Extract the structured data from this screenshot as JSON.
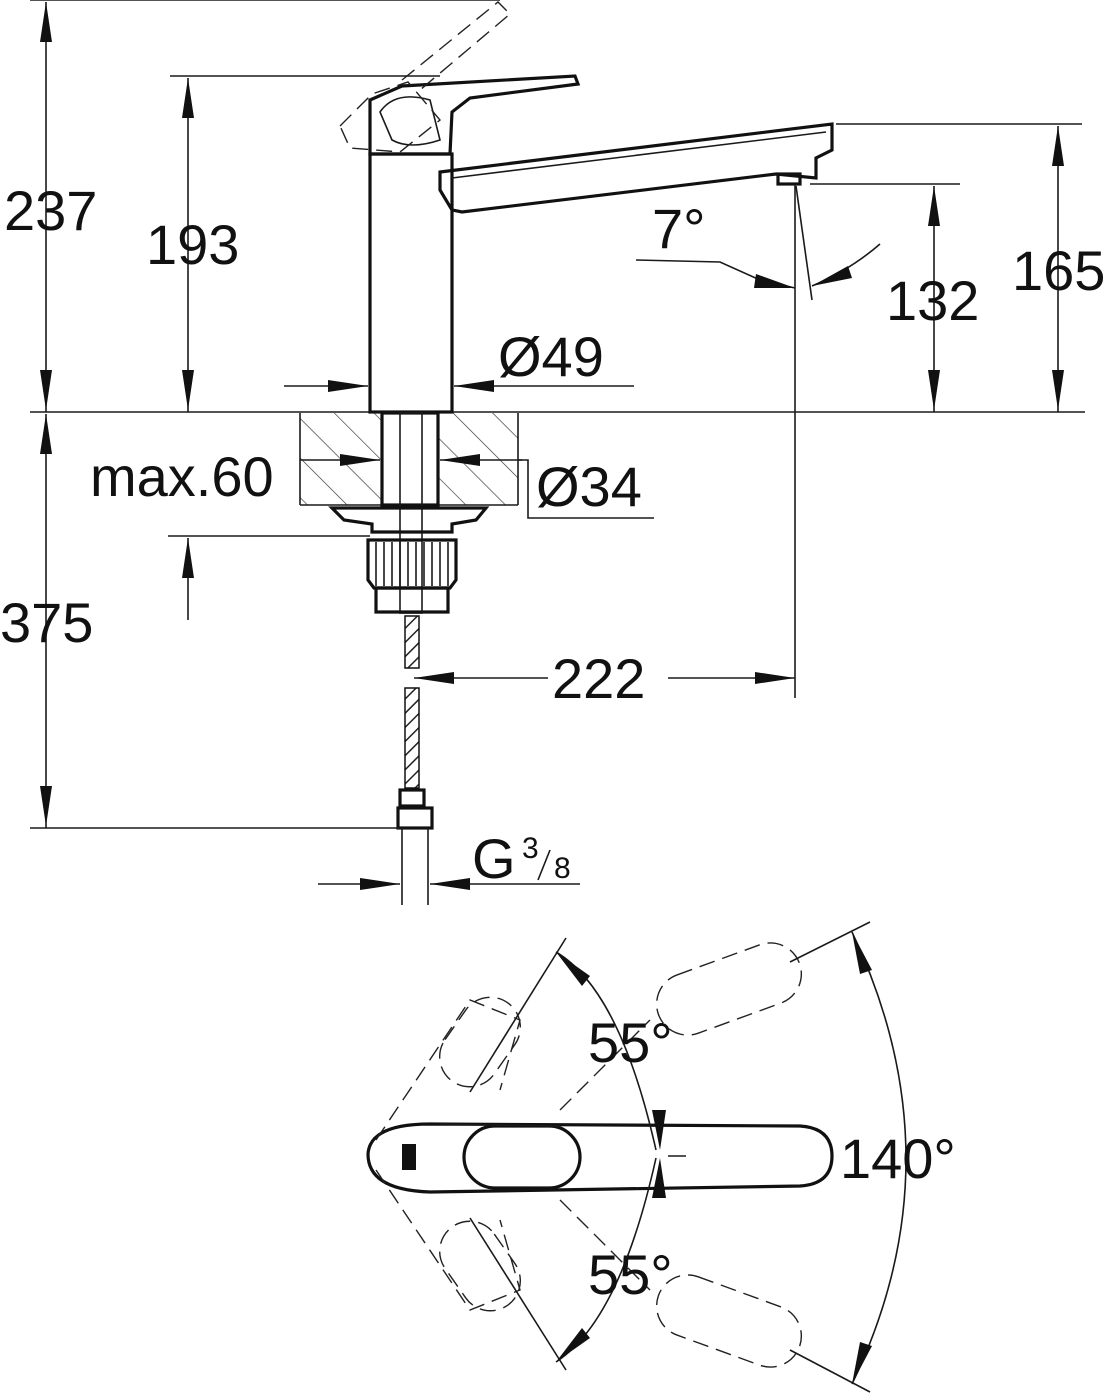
{
  "side_view": {
    "dimensions": {
      "total_height": "237",
      "lever_height": "193",
      "spout_height": "165",
      "outlet_height": "132",
      "spout_angle": "7°",
      "body_diameter": "Ø49",
      "max_deck_thickness": "max.60",
      "hole_diameter": "Ø34",
      "under_deck_length": "375",
      "spout_reach": "222",
      "connection_thread": "G",
      "thread_num": "3",
      "thread_den": "8"
    }
  },
  "top_view": {
    "rotation": {
      "upper_angle": "55°",
      "lower_angle": "55°",
      "total_swivel": "140°"
    }
  }
}
